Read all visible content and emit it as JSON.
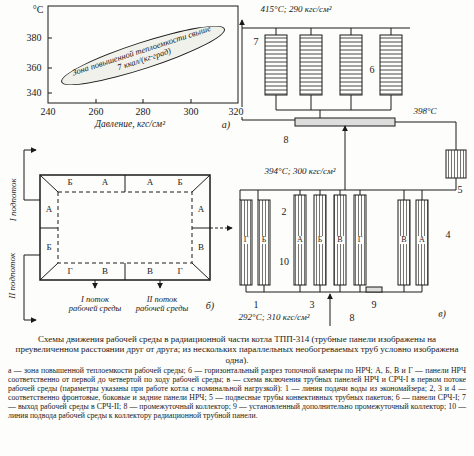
{
  "diagram": {
    "caption": "Схемы движения рабочей среды в радиационной части котла ТПП-314 (трубные панели изображены на преувеличенном расстоянии друг от друга; из нескольких параллельных необогреваемых труб условно изображена одна).",
    "nodes": [
      {
        "text": [
          "Зона повышенной теплоемкости свыше 7 ккал/(кг·град)"
        ]
      }
    ],
    "labels": [
      "°С",
      "380",
      "360",
      "340",
      "240",
      "260",
      "280",
      "300",
      "320",
      "Давление, кгс/см²",
      "а)",
      "Б",
      "А",
      "А",
      "Б",
      "А",
      "Б",
      "А",
      "В",
      "Г",
      "В",
      "В",
      "Г",
      "I подпоток",
      "II подпоток",
      "I поток рабочей среды",
      "II поток рабочей среды",
      "б)",
      "415°С; 290 кгс/см²",
      "7",
      "6",
      "398°С",
      "8",
      "394°С; 300 кгс/см²",
      "5",
      "2",
      "3",
      "4",
      "10",
      "9",
      "1",
      "8",
      "292°С; 310 кгс/см²",
      "в)",
      "Г",
      "Б",
      "А",
      "Б",
      "В",
      "Г",
      "В",
      "А",
      "а — зона повышенной теплоемкости рабочей среды; б — горизонтальный разрез топочной камеры по НРЧ; А, Б, В и Г — панели НРЧ соответственно от первой до четвертой по ходу рабочей среды; в — схема включения трубных панелей НРЧ и СРЧ-I в первом потоке рабочей среды (параметры указаны при работе котла с номинальной нагрузкой): 1 — линия подачи воды из экономайзера; 2, 3 и 4 — соответственно фронтовые, боковые и задние панели НРЧ; 5 — подвесные трубы конвективных трубных пакетов; 6 — панели СРЧ-I; 7 — выход рабочей среды в СРЧ-II; 8 — промежуточный коллектор; 9 — установленный дополнительно промежуточный коллектор; 10 — линия подвода рабочей среды к коллектору радиационной трубной панели."
    ]
  }
}
